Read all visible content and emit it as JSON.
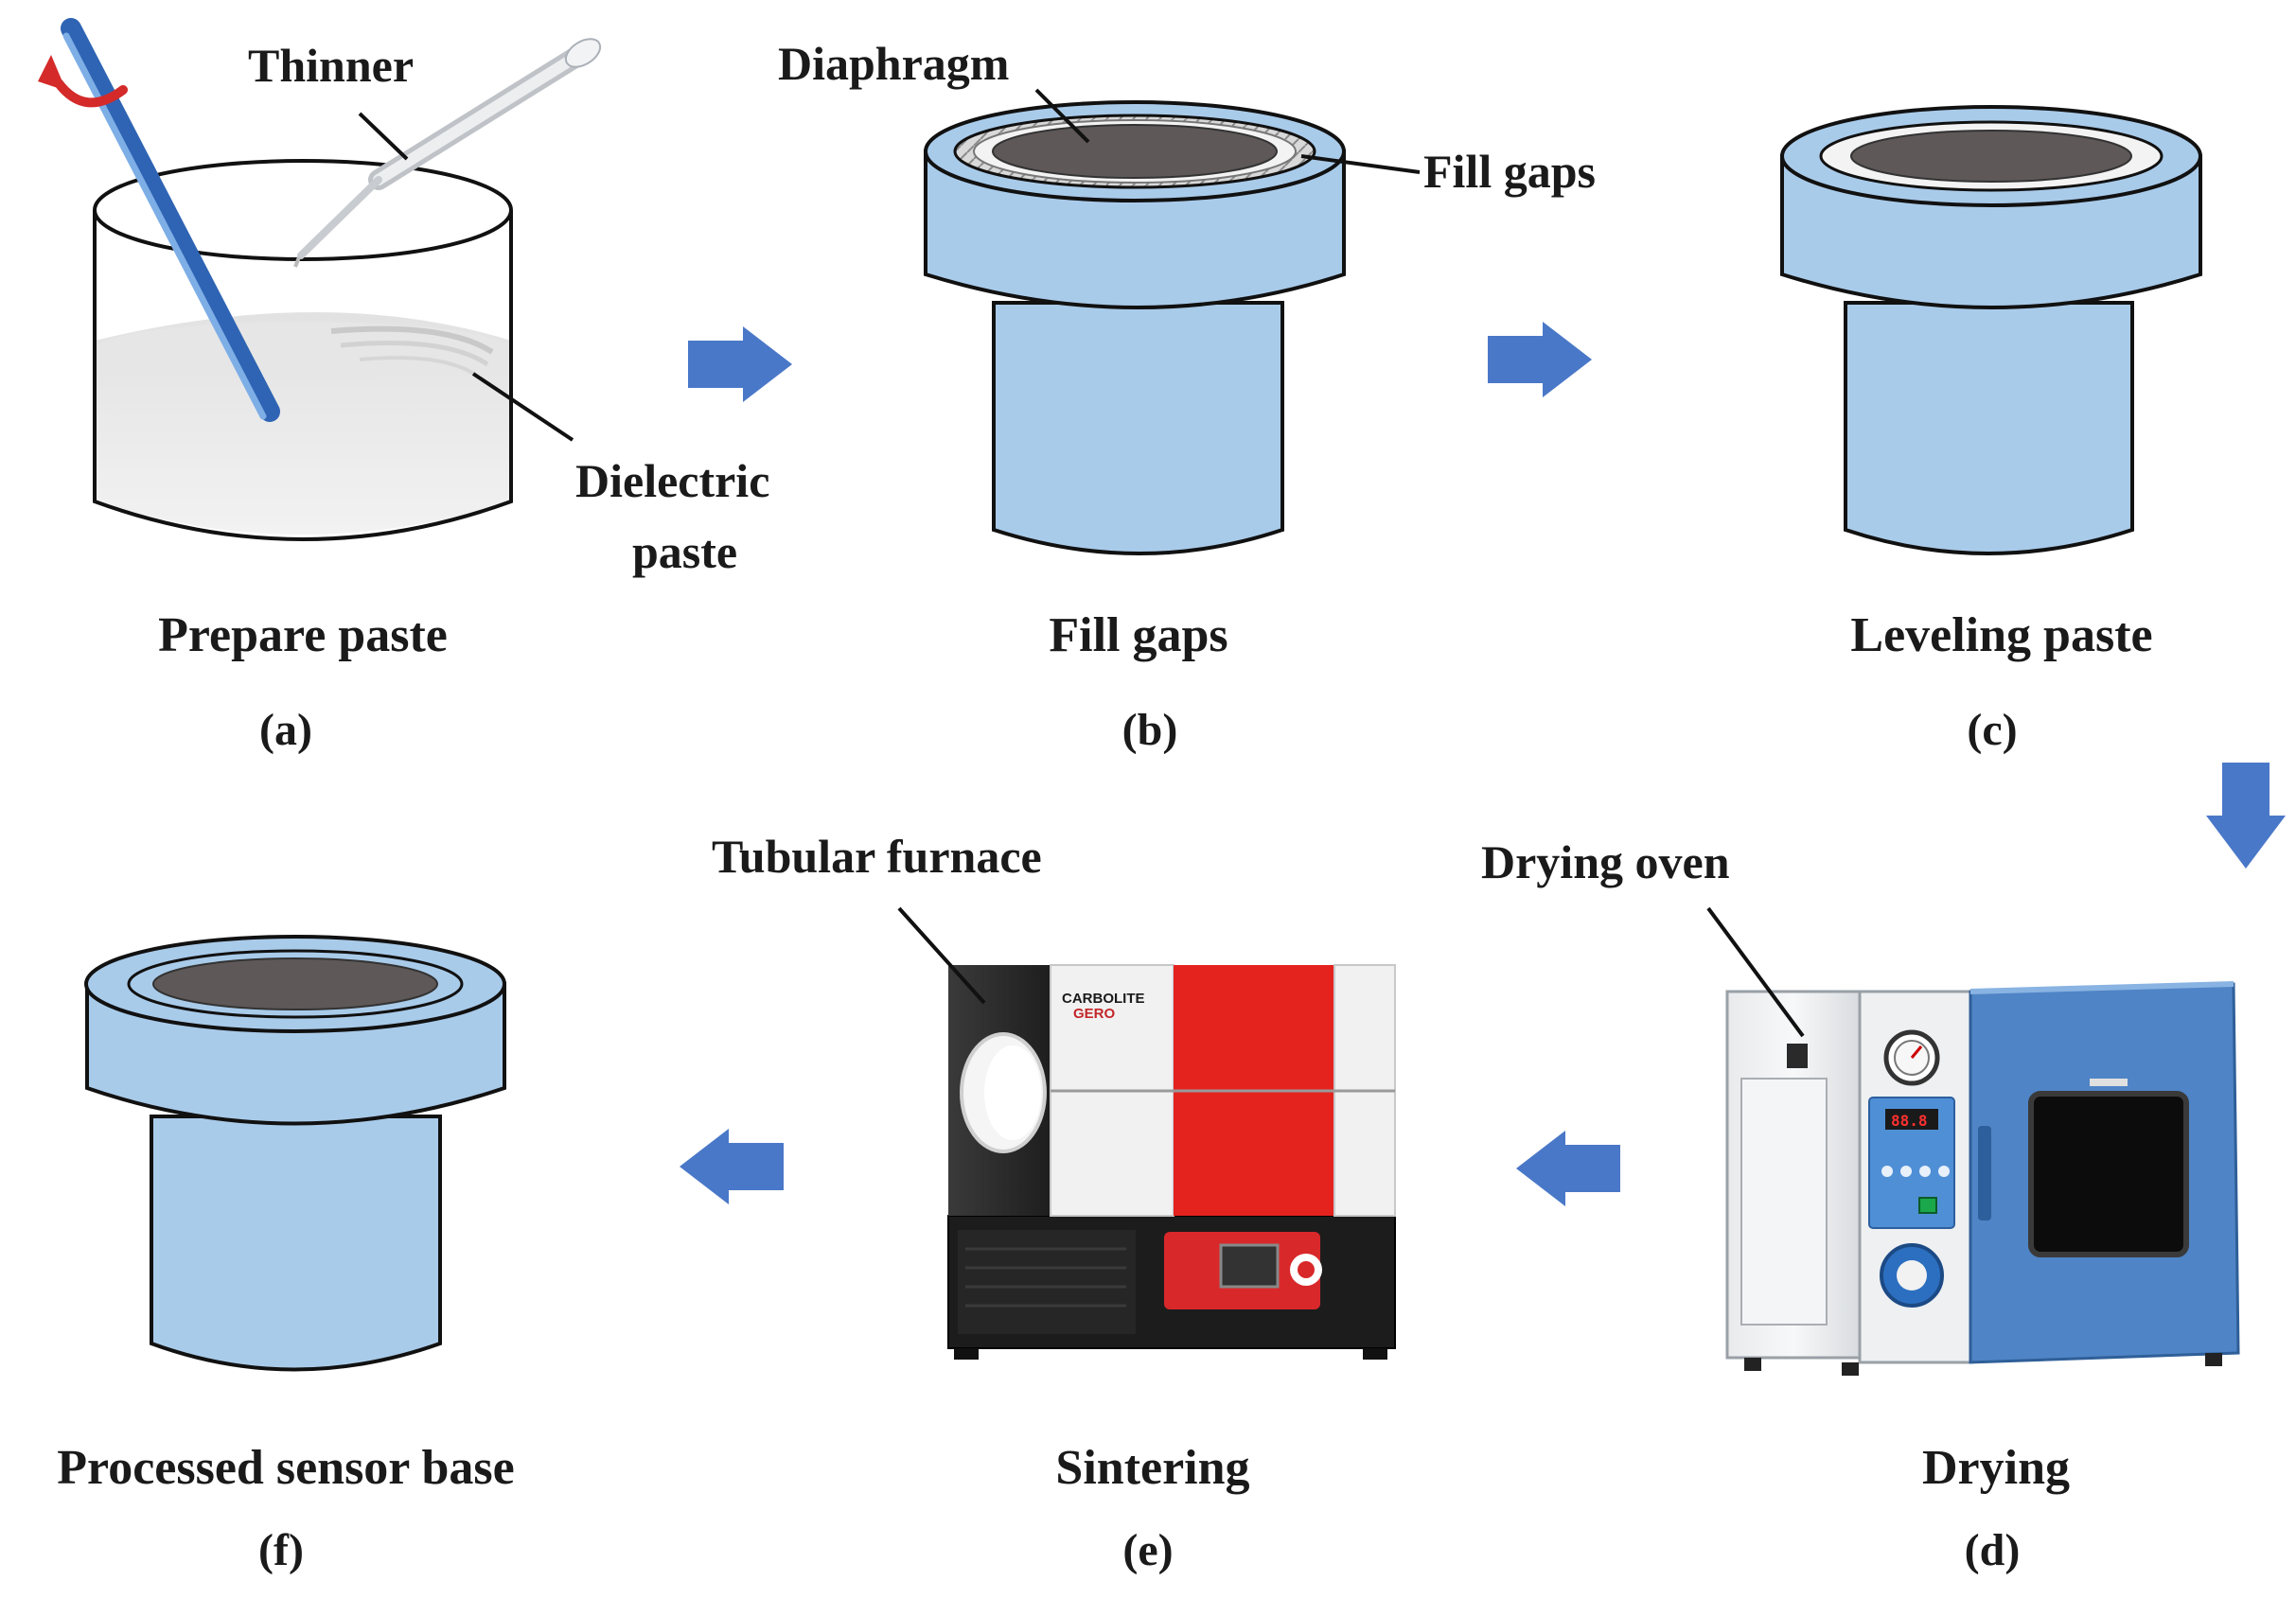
{
  "colors": {
    "base_blue": "#a9cbea",
    "outline": "#111111",
    "arrow_blue": "#4a78c8",
    "diaphragm_gray": "#5e5858",
    "paste_white": "#ededed",
    "furnace_red": "#e4231f",
    "oven_blue": "#4f84c6"
  },
  "panels": {
    "a": {
      "caption": "Prepare paste",
      "label": "(a)",
      "callouts": {
        "thinner": "Thinner",
        "paste_line1": "Dielectric",
        "paste_line2": "paste"
      }
    },
    "b": {
      "caption": "Fill gaps",
      "label": "(b)",
      "callouts": {
        "diaphragm": "Diaphragm",
        "fill_gaps": "Fill gaps"
      }
    },
    "c": {
      "caption": "Leveling paste",
      "label": "(c)"
    },
    "d": {
      "caption": "Drying",
      "label": "(d)",
      "callouts": {
        "oven": "Drying oven"
      }
    },
    "e": {
      "caption": "Sintering",
      "label": "(e)",
      "callouts": {
        "furnace": "Tubular furnace"
      },
      "brand_line1": "CARBOLITE",
      "brand_line2": "GERO"
    },
    "f": {
      "caption": "Processed sensor base",
      "label": "(f)"
    }
  },
  "icons": {
    "stir_arrow": "rotation-arrow-icon",
    "flow_arrow": "flow-arrow-icon"
  }
}
